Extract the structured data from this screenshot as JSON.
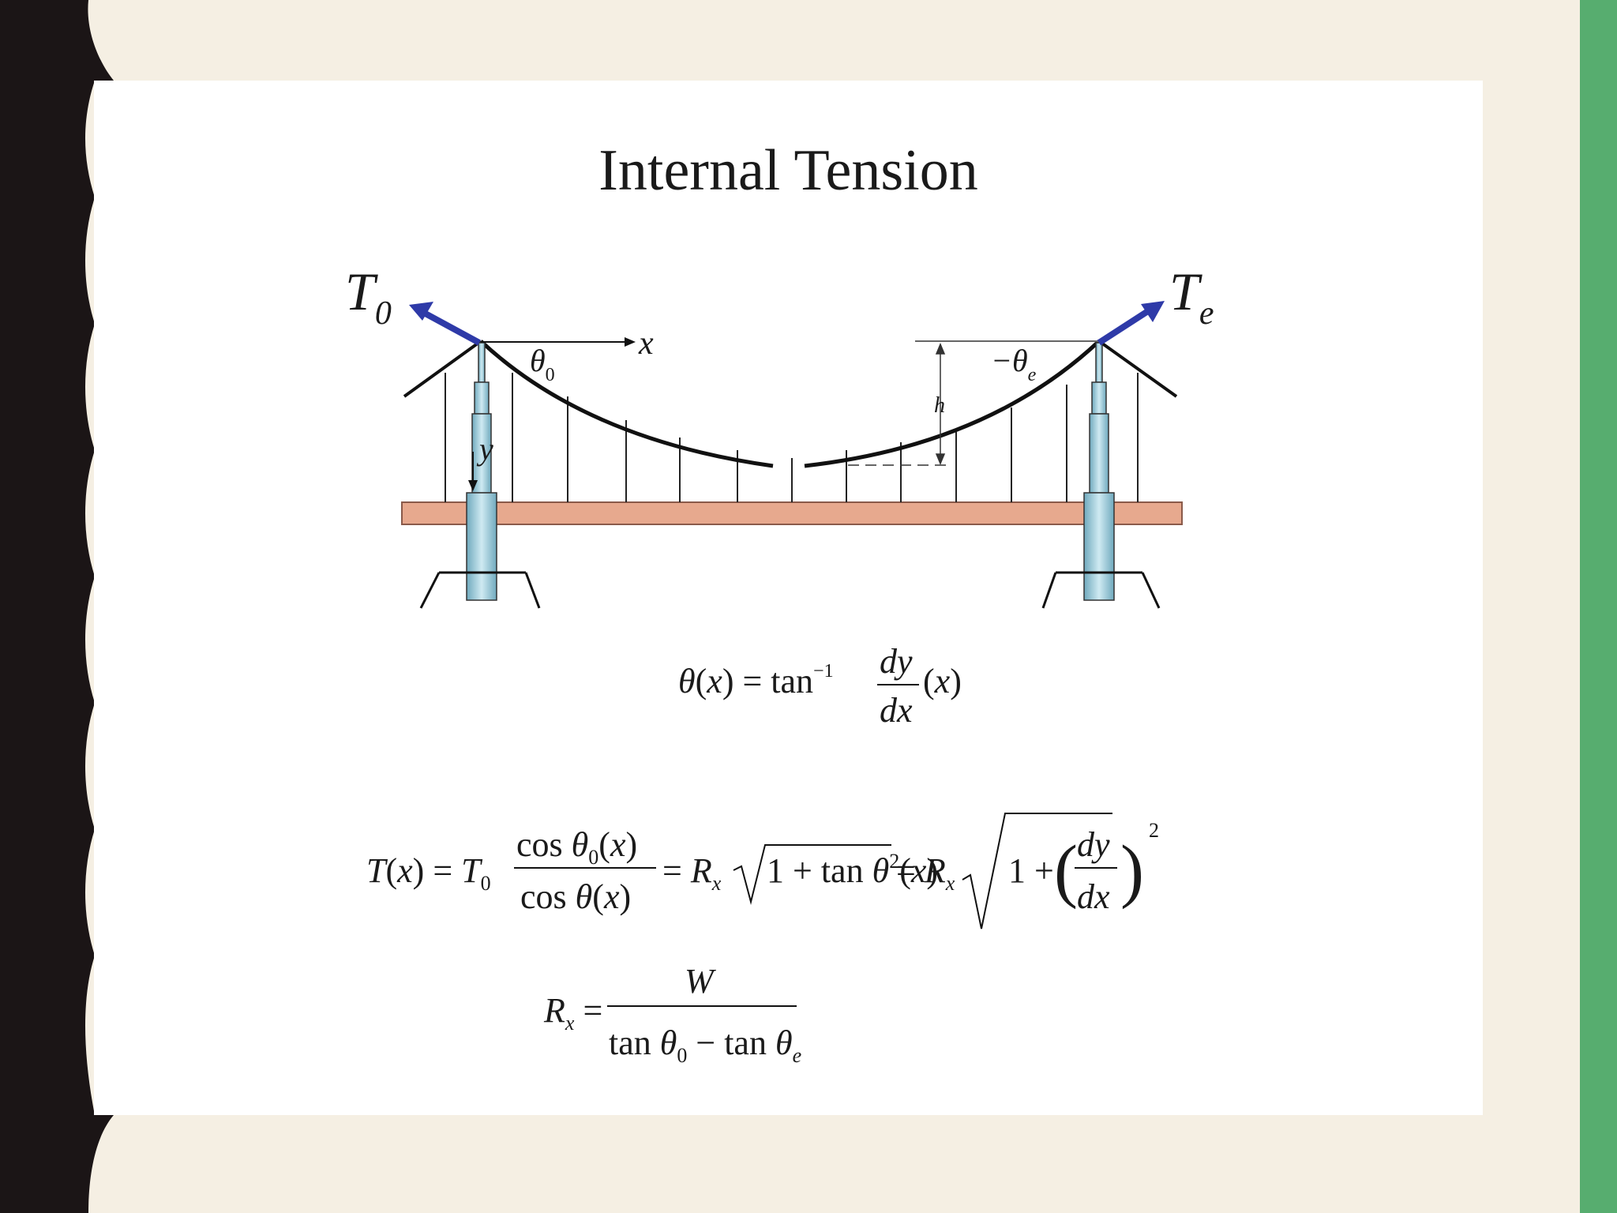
{
  "slide": {
    "title": "Internal Tension"
  },
  "diagram": {
    "labels": {
      "tension_start": "T",
      "tension_start_sub": "0",
      "tension_end": "T",
      "tension_end_sub": "e",
      "x_axis": "x",
      "y_axis": "y",
      "angle_start": "θ",
      "angle_start_sub": "0",
      "angle_end": "−θ",
      "angle_end_sub": "e",
      "sag_height": "h"
    },
    "colors": {
      "arrow": "#2e3aa8",
      "deck": "#e7a98e",
      "tower": "#a9d3e0",
      "cable": "#111111"
    }
  },
  "equations": {
    "angle": "θ(x) = tan⁻¹ (dy/dx)(x)",
    "tension": "T(x) = T₀ · cos θ₀(x) / cos θ(x) = Rₓ √(1 + tan θ²(x)) = Rₓ √(1 + (dy/dx)²)",
    "horizontal": "Rₓ = W / (tan θ₀ − tan θₑ)"
  }
}
